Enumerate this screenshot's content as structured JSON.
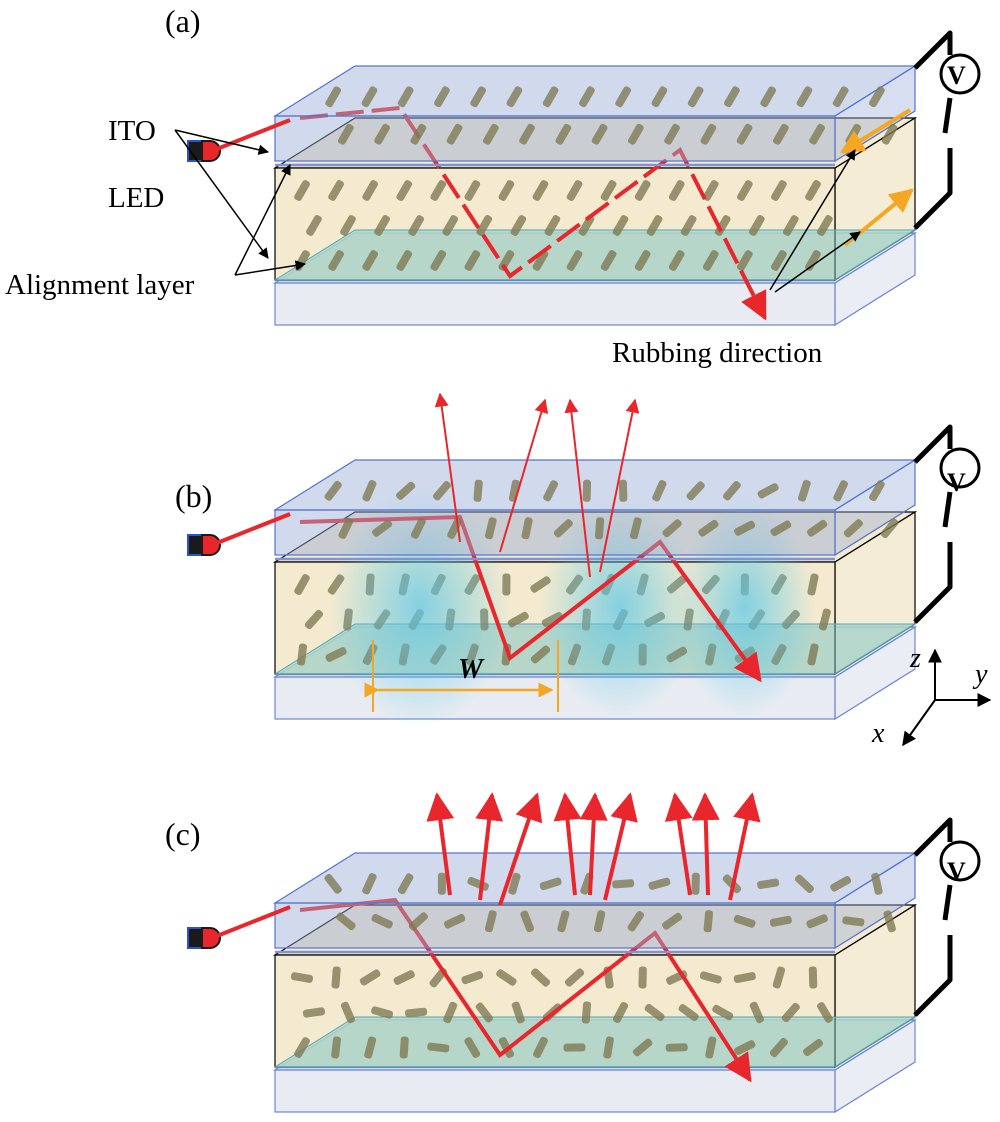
{
  "panels": [
    {
      "label": "(a)"
    },
    {
      "label": "(b)"
    },
    {
      "label": "(c)"
    }
  ],
  "annotations": {
    "ito": "ITO",
    "led": "LED",
    "alignment": "Alignment layer",
    "rubbing": "Rubbing direction",
    "width": "W"
  },
  "voltmeter": "V",
  "axes": {
    "z": "z",
    "y": "y",
    "x": "x"
  },
  "colors": {
    "glass": "#d5dde8",
    "electrode": "#7f93d6",
    "lc_fill": "#efe3c0",
    "molecule": "#7f7a55",
    "light_ray": "#e8262b",
    "scatter_ray": "#a8569a",
    "rubbing_arrow": "#f5a623",
    "scatter_glow": "#5ec8e6"
  },
  "icons": [
    "led-icon",
    "voltmeter-icon"
  ]
}
